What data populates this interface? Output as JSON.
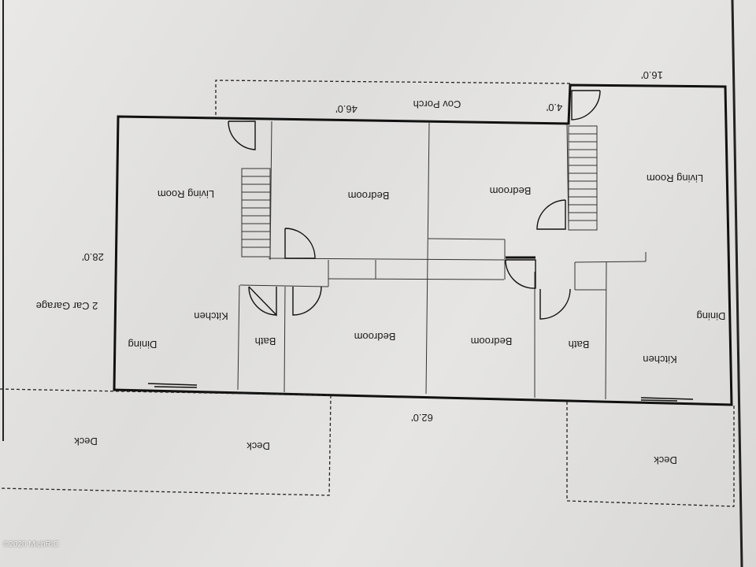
{
  "plan": {
    "rooms": {
      "living_left": "Living Room",
      "living_right": "Living Room",
      "bedroom_top_left": "Bedroom",
      "bedroom_top_right": "Bedroom",
      "bedroom_bottom_left": "Bedroom",
      "bedroom_bottom_right": "Bedroom",
      "kitchen_left": "Kitchen",
      "kitchen_right": "Kitchen",
      "dining_left": "Dining",
      "dining_right": "Dining",
      "bath_left": "Bath",
      "bath_right": "Bath",
      "porch": "Cov Porch",
      "garage": "2 Car Garage",
      "deck_left_outer": "Deck",
      "deck_left_inner": "Deck",
      "deck_right": "Deck"
    },
    "dimensions": {
      "width_bottom": "62.0'",
      "porch_length": "46.0'",
      "porch_depth": "4.0'",
      "top_right": "16.0'",
      "depth_left": "28.0'"
    }
  },
  "copyright": "©2020 MichRIC"
}
